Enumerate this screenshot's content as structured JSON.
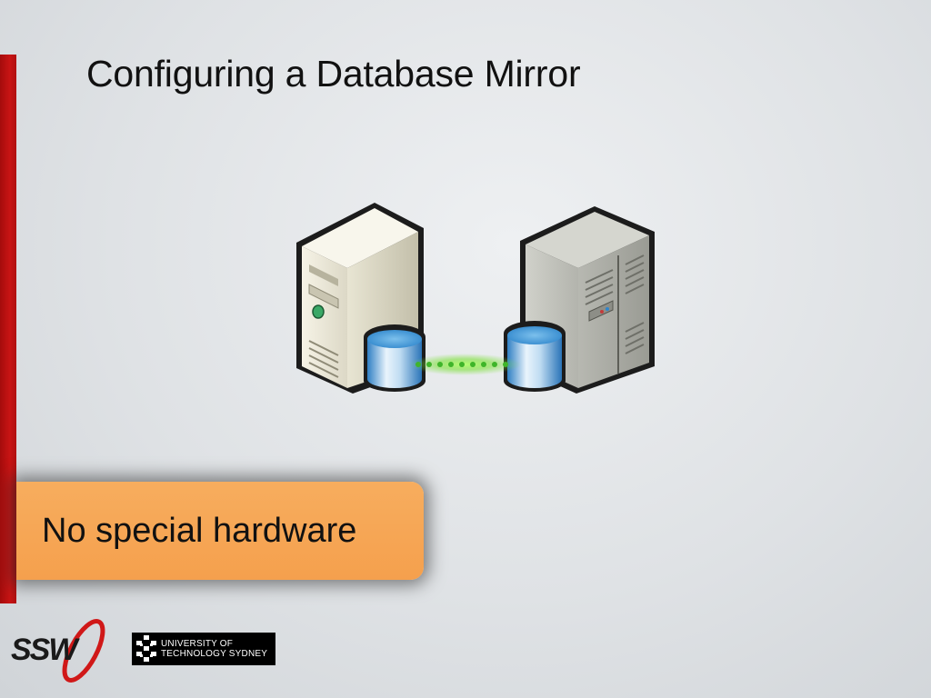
{
  "slide": {
    "title": "Configuring a Database Mirror",
    "callout": "No special hardware"
  },
  "diagram": {
    "icons": [
      "principal-server-icon",
      "database-icon",
      "mirror-link-icon",
      "database-icon",
      "mirror-server-icon"
    ]
  },
  "footer": {
    "ssw_logo": "SSW",
    "uts_line1": "UNIVERSITY OF",
    "uts_line2": "TECHNOLOGY SYDNEY"
  },
  "colors": {
    "accent_red": "#c81414",
    "callout_orange": "#f5a04d",
    "link_green": "#7de03a",
    "database_blue": "#3a8fd0"
  }
}
